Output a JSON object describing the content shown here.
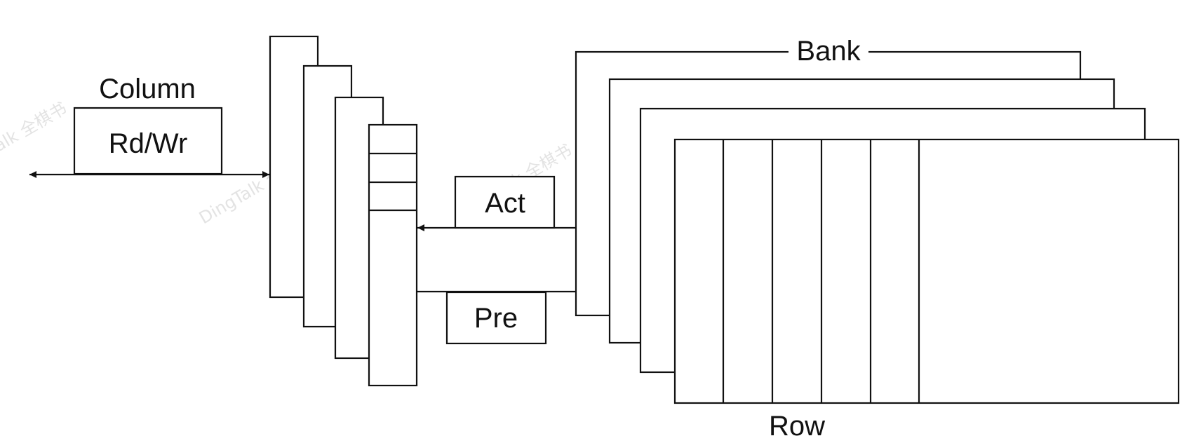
{
  "labels": {
    "column": "Column",
    "rdwr": "Rd/Wr",
    "bank": "Bank",
    "act": "Act",
    "pre": "Pre",
    "row": "Row"
  },
  "watermark": "DingTalk 全棋书",
  "colors": {
    "stroke": "#111111",
    "background": "#ffffff",
    "watermark": "#e3e3e3"
  }
}
